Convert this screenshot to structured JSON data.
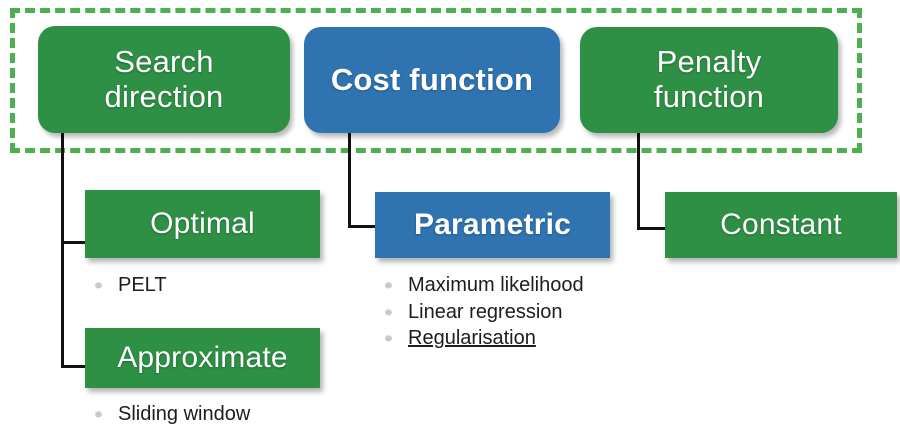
{
  "diagram": {
    "title_group": "grouping-frame",
    "colors": {
      "green": "#2e9045",
      "blue": "#2f74b0",
      "dashed_green": "#4caf50",
      "connector": "#111111",
      "bullet_dot": "#c7c9cb",
      "text_dark": "#1d1d1d",
      "text_light": "#ffffff"
    },
    "top_row": [
      {
        "id": "search-direction",
        "label": "Search\ndirection",
        "color": "green",
        "bold": false
      },
      {
        "id": "cost-function",
        "label": "Cost function",
        "color": "blue",
        "bold": true
      },
      {
        "id": "penalty-function",
        "label": "Penalty\nfunction",
        "color": "green",
        "bold": false
      }
    ],
    "second_row": [
      {
        "id": "optimal",
        "label": "Optimal",
        "color": "green",
        "bold": false
      },
      {
        "id": "parametric",
        "label": "Parametric",
        "color": "blue",
        "bold": true
      },
      {
        "id": "constant",
        "label": "Constant",
        "color": "green",
        "bold": false
      }
    ],
    "third_row": [
      {
        "id": "approximate",
        "label": "Approximate",
        "color": "green",
        "bold": false
      }
    ],
    "bullet_lists": {
      "optimal": [
        {
          "text": "PELT",
          "underlined": false
        }
      ],
      "parametric": [
        {
          "text": "Maximum likelihood",
          "underlined": false
        },
        {
          "text": "Linear regression",
          "underlined": false
        },
        {
          "text": "Regularisation",
          "underlined": true
        }
      ],
      "approximate": [
        {
          "text": "Sliding window",
          "underlined": false
        }
      ]
    }
  }
}
